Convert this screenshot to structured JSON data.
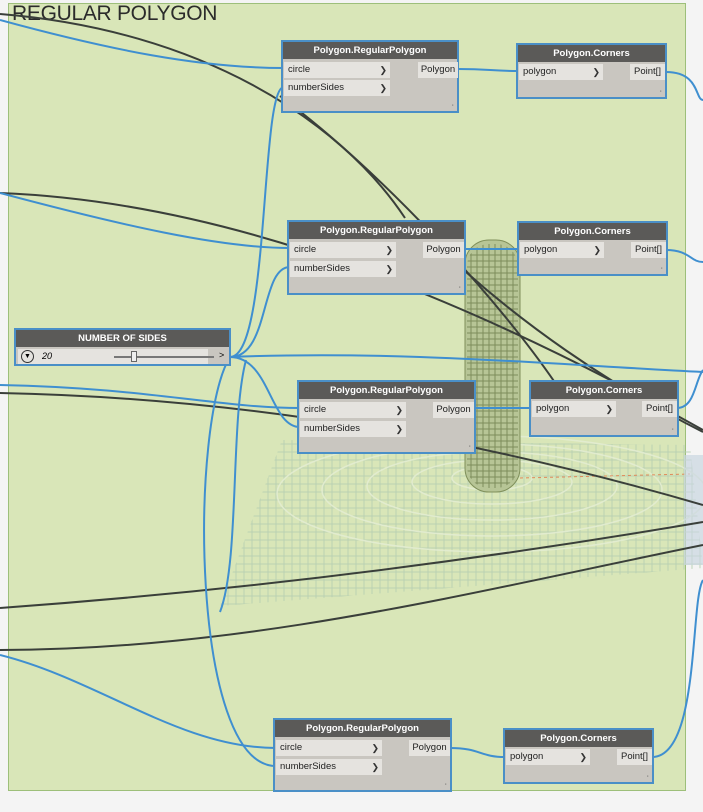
{
  "group": {
    "title": "REGULAR POLYGON"
  },
  "slider": {
    "title": "NUMBER OF SIDES",
    "value": "20",
    "expand_icon": "chevron-down-icon",
    "output_symbol": ">",
    "position_fraction": 0.2
  },
  "regular_polygon_nodes": [
    {
      "title": "Polygon.RegularPolygon",
      "inputs": [
        "circle",
        "numberSides"
      ],
      "output": "Polygon"
    },
    {
      "title": "Polygon.RegularPolygon",
      "inputs": [
        "circle",
        "numberSides"
      ],
      "output": "Polygon"
    },
    {
      "title": "Polygon.RegularPolygon",
      "inputs": [
        "circle",
        "numberSides"
      ],
      "output": "Polygon"
    },
    {
      "title": "Polygon.RegularPolygon",
      "inputs": [
        "circle",
        "numberSides"
      ],
      "output": "Polygon"
    }
  ],
  "corners_nodes": [
    {
      "title": "Polygon.Corners",
      "input": "polygon",
      "output": "Point[]"
    },
    {
      "title": "Polygon.Corners",
      "input": "polygon",
      "output": "Point[]"
    },
    {
      "title": "Polygon.Corners",
      "input": "polygon",
      "output": "Point[]"
    },
    {
      "title": "Polygon.Corners",
      "input": "polygon",
      "output": "Point[]"
    }
  ],
  "colors": {
    "group_fill": "#d9e6b8",
    "wire_blue": "#3f8fd0",
    "wire_dark": "#3a3f3a",
    "node_header": "#5b5a58",
    "selection_border": "#4a8fc7"
  }
}
